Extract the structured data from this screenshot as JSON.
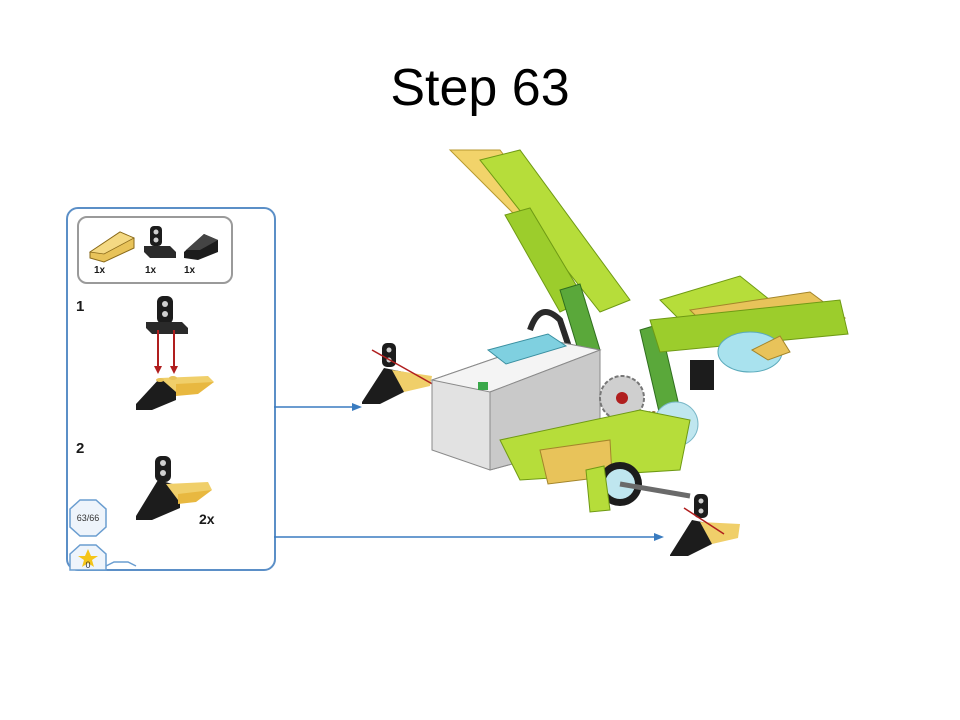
{
  "slide": {
    "title": "Step 63"
  },
  "parts_list": [
    {
      "qty": "1x",
      "icon": "yellow-slope-brick-icon"
    },
    {
      "qty": "1x",
      "icon": "black-axle-connector-icon"
    },
    {
      "qty": "1x",
      "icon": "black-slope-brick-icon"
    }
  ],
  "substeps": [
    {
      "number": "1"
    },
    {
      "number": "2",
      "multiplier": "2x"
    }
  ],
  "progress_badge": {
    "page": "63/66"
  },
  "bonus_badge": {
    "value": "0"
  },
  "colors": {
    "panel_border": "#5b8fc7",
    "arrow": "#3a7cc0",
    "insert_arrow": "#b01e1e",
    "lime": "#a8d62a",
    "green": "#5aa83a",
    "yellow": "#e8c35a",
    "black": "#1c1c1c",
    "grey": "#d4d4d4",
    "teal": "#7fd0e0"
  }
}
